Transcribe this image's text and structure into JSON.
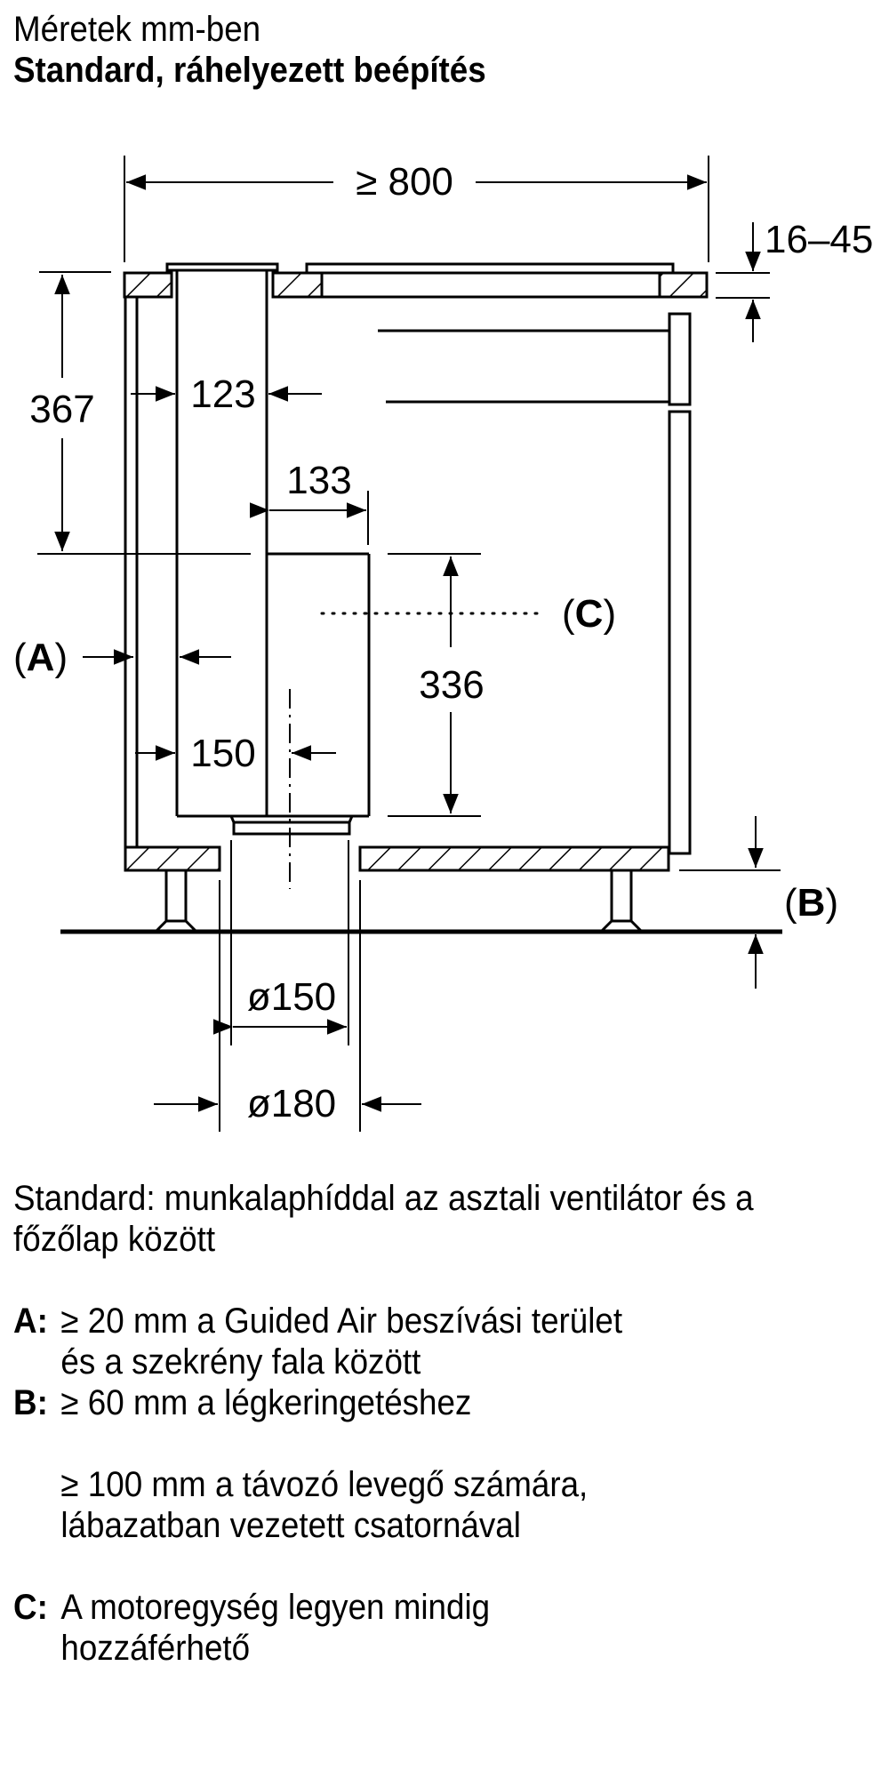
{
  "header": {
    "subtitle": "Méretek mm-ben",
    "title": "Standard, ráhelyezett beépítés"
  },
  "diagram": {
    "dimensions": {
      "overall_width": "≥ 800",
      "worktop_thickness": "16–45",
      "vent_depth_top": "367",
      "vent_width": "123",
      "motor_width": "133",
      "motor_height": "336",
      "centerline_offset": "150",
      "duct_inner": "ø150",
      "duct_outer": "ø180"
    },
    "markers": {
      "a": "(A)",
      "b": "(B)",
      "c": "(C)",
      "a_letter": "A",
      "b_letter": "B",
      "c_letter": "C"
    },
    "colors": {
      "line": "#000000",
      "background": "#ffffff"
    }
  },
  "notes": {
    "intro": "Standard: munkalaphíddal az asztali ventilátor és a főzőlap között",
    "items": [
      {
        "key": "A:",
        "lines": [
          "≥ 20 mm a Guided Air beszívási terület",
          "és a szekrény fala között"
        ]
      },
      {
        "key": "B:",
        "lines": [
          "≥ 60 mm a légkeringetéshez"
        ]
      },
      {
        "key": "",
        "lines": [
          "≥ 100 mm a távozó levegő számára,",
          "lábazatban vezetett csatornával"
        ]
      },
      {
        "key": "C:",
        "lines": [
          "A motoregység legyen mindig",
          "hozzáférhető"
        ]
      }
    ]
  }
}
